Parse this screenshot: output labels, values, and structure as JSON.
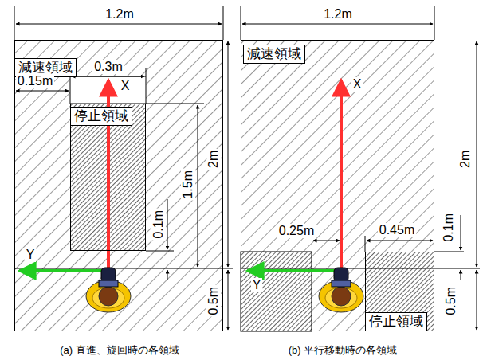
{
  "diagram": {
    "nodes": [
      {
        "text": [
          "減速領域"
        ]
      },
      {
        "text": [
          "停止領域"
        ],
        "in": 0
      },
      {
        "text": [
          "減速領域"
        ]
      },
      {
        "text": [
          "停止領域"
        ],
        "in": 2
      }
    ],
    "labels": [
      "1.2m",
      "0.3m",
      "0.15m",
      "X",
      "Y",
      "2m",
      "1.5m",
      "0.1m",
      "0.5m",
      "(a) 直進、旋回時の各領域",
      "1.2m",
      "X",
      "0.25m",
      "0.45m",
      "2m",
      "0.1m",
      "0.5m",
      "Y",
      "(b) 平行移動時の各領域"
    ]
  }
}
